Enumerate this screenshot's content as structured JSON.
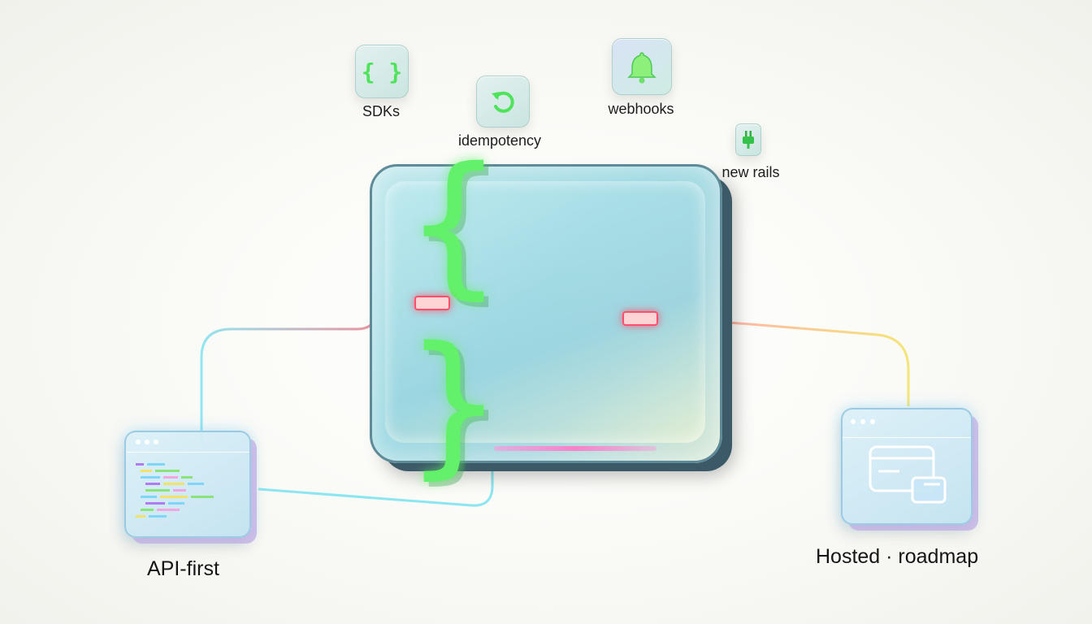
{
  "features": [
    {
      "id": "sdks",
      "label": "SDKs",
      "icon": "curly-braces-icon",
      "glyph": "{ }"
    },
    {
      "id": "idempotency",
      "label": "idempotency",
      "icon": "retry-arrow-icon"
    },
    {
      "id": "webhooks",
      "label": "webhooks",
      "icon": "bell-icon"
    },
    {
      "id": "new-rails",
      "label": "new rails",
      "icon": "plug-icon"
    }
  ],
  "core": {
    "glyph": "{ }",
    "icon": "curly-braces-icon"
  },
  "nodes": {
    "left": {
      "label": "API-first",
      "icon": "code-window-icon"
    },
    "right": {
      "label": "Hosted · roadmap",
      "icon": "card-wallet-window-icon"
    }
  },
  "colors": {
    "accent_green": "#63f06a",
    "wire_cyan": "#7fe3f0",
    "wire_yellow": "#f3e36a",
    "wire_red": "#ff5a6e"
  }
}
